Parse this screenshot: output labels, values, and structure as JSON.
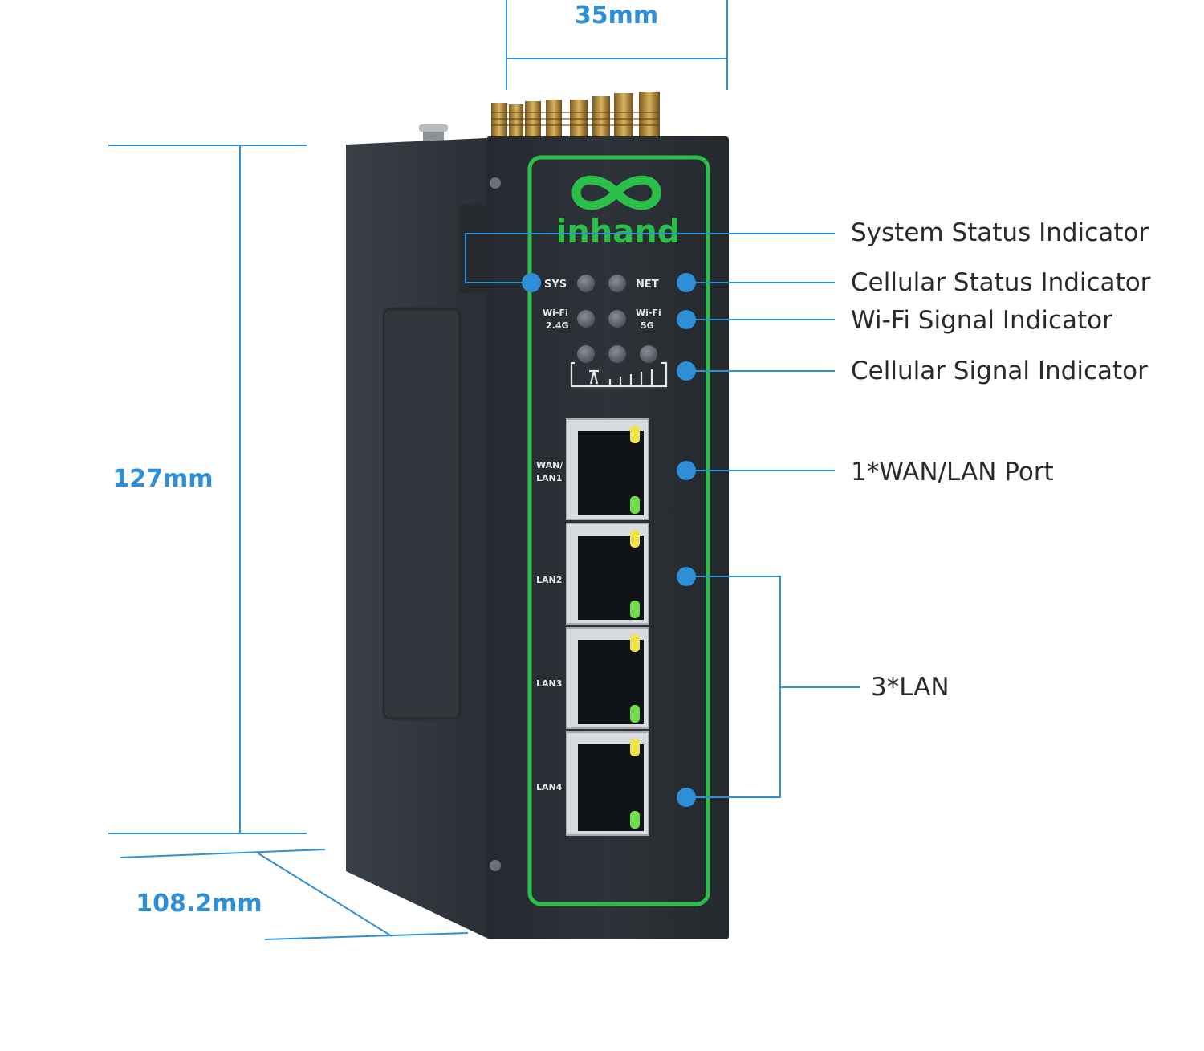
{
  "brand": "inhand",
  "dimensions": {
    "width": "35mm",
    "height": "127mm",
    "depth": "108.2mm"
  },
  "leds": {
    "sys": "SYS",
    "net": "NET",
    "wifi24_line1": "Wi-Fi",
    "wifi24_line2": "2.4G",
    "wifi5_line1": "Wi-Fi",
    "wifi5_line2": "5G"
  },
  "ports": {
    "wan_line1": "WAN/",
    "wan_line2": "LAN1",
    "lan2": "LAN2",
    "lan3": "LAN3",
    "lan4": "LAN4"
  },
  "callouts": {
    "system_status": "System Status Indicator",
    "cellular_status": "Cellular Status Indicator",
    "wifi_signal": "Wi-Fi Signal Indicator",
    "cellular_signal": "Cellular Signal Indicator",
    "wan_lan_port": "1*WAN/LAN Port",
    "lan": "3*LAN"
  },
  "colors": {
    "accent_blue": "#2e8fd6",
    "device_body": "#2c3137",
    "green_trim": "#2bbf4a"
  }
}
